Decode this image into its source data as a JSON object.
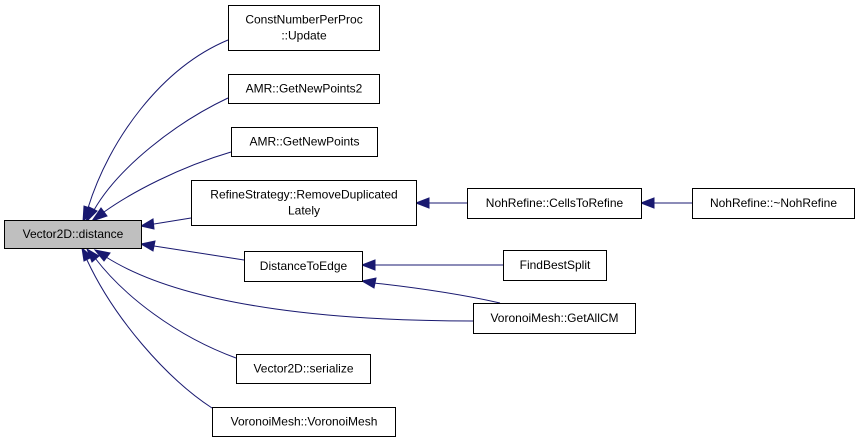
{
  "diagram": {
    "nodes": [
      {
        "id": "vector2d-distance",
        "lines": [
          "Vector2D::distance"
        ],
        "root": true
      },
      {
        "id": "const-number-per-proc-update",
        "lines": [
          "ConstNumberPerProc",
          "::Update"
        ]
      },
      {
        "id": "amr-get-new-points2",
        "lines": [
          "AMR::GetNewPoints2"
        ]
      },
      {
        "id": "amr-get-new-points",
        "lines": [
          "AMR::GetNewPoints"
        ]
      },
      {
        "id": "refine-strategy-remove-duplicated-lately",
        "lines": [
          "RefineStrategy::RemoveDuplicated",
          "Lately"
        ]
      },
      {
        "id": "distance-to-edge",
        "lines": [
          "DistanceToEdge"
        ]
      },
      {
        "id": "vector2d-serialize",
        "lines": [
          "Vector2D::serialize"
        ]
      },
      {
        "id": "voronoi-mesh-voronoi-mesh",
        "lines": [
          "VoronoiMesh::VoronoiMesh"
        ]
      },
      {
        "id": "noh-refine-cells-to-refine",
        "lines": [
          "NohRefine::CellsToRefine"
        ]
      },
      {
        "id": "noh-refine-destructor",
        "lines": [
          "NohRefine::~NohRefine"
        ]
      },
      {
        "id": "find-best-split",
        "lines": [
          "FindBestSplit"
        ]
      },
      {
        "id": "voronoi-mesh-get-all-cm",
        "lines": [
          "VoronoiMesh::GetAllCM"
        ]
      }
    ],
    "edges": [
      {
        "from": "const-number-per-proc-update",
        "to": "vector2d-distance"
      },
      {
        "from": "amr-get-new-points2",
        "to": "vector2d-distance"
      },
      {
        "from": "amr-get-new-points",
        "to": "vector2d-distance"
      },
      {
        "from": "refine-strategy-remove-duplicated-lately",
        "to": "vector2d-distance"
      },
      {
        "from": "distance-to-edge",
        "to": "vector2d-distance"
      },
      {
        "from": "voronoi-mesh-get-all-cm",
        "to": "vector2d-distance"
      },
      {
        "from": "vector2d-serialize",
        "to": "vector2d-distance"
      },
      {
        "from": "voronoi-mesh-voronoi-mesh",
        "to": "vector2d-distance"
      },
      {
        "from": "noh-refine-cells-to-refine",
        "to": "refine-strategy-remove-duplicated-lately"
      },
      {
        "from": "noh-refine-destructor",
        "to": "noh-refine-cells-to-refine"
      },
      {
        "from": "find-best-split",
        "to": "distance-to-edge"
      },
      {
        "from": "voronoi-mesh-get-all-cm",
        "to": "distance-to-edge"
      }
    ],
    "colors": {
      "edge": "#191970",
      "root_fill": "#bfbfbf",
      "node_fill": "#ffffff",
      "border": "#000000"
    }
  }
}
